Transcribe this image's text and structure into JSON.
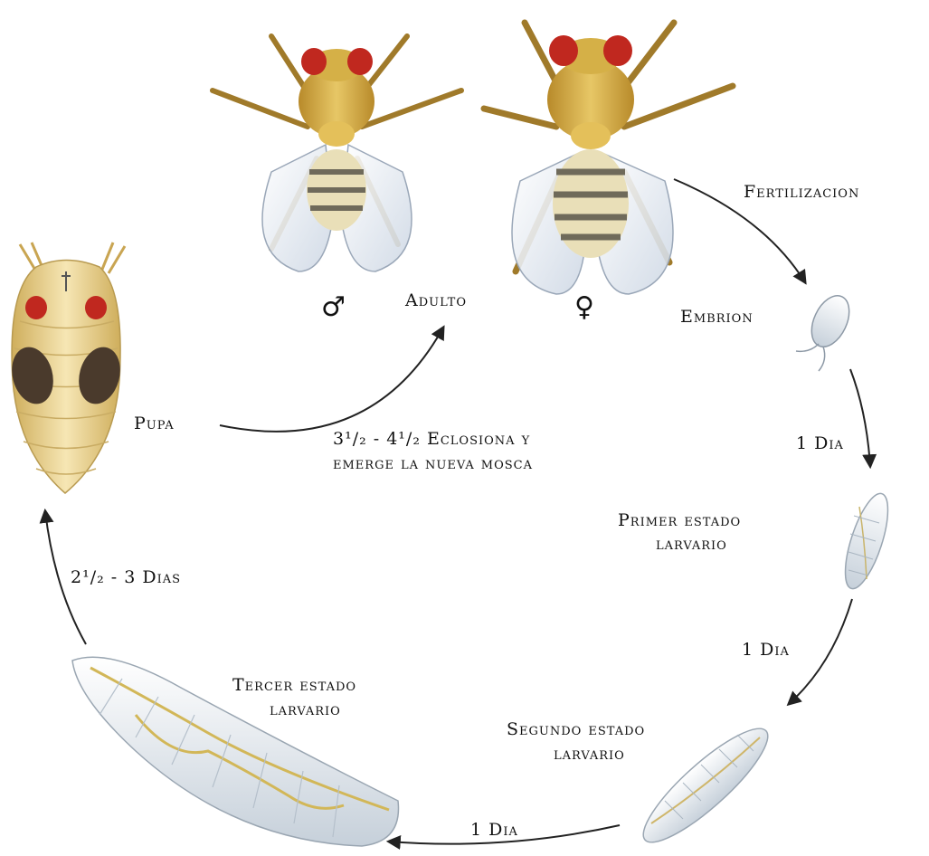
{
  "stages": {
    "adult": "Adulto",
    "male_symbol": "♂",
    "female_symbol": "♀",
    "embryo": "Embrion",
    "first_larva_line1": "Primer estado",
    "first_larva_line2": "larvario",
    "second_larva_line1": "Segundo estado",
    "second_larva_line2": "larvario",
    "third_larva_line1": "Tercer estado",
    "third_larva_line2": "larvario",
    "pupa": "Pupa"
  },
  "transitions": {
    "fertilization": "Fertilizacion",
    "embryo_to_first": "1 Dia",
    "first_to_second": "1 Dia",
    "second_to_third": "1 Dia",
    "third_to_pupa": "2¹/₂ - 3 Dias",
    "pupa_to_adult_line1": "3¹/₂ - 4¹/₂  Eclosiona y",
    "pupa_to_adult_line2": "emerge la nueva mosca"
  },
  "colors": {
    "body_gold": "#d9b44a",
    "eye_red": "#c0281f",
    "pupa_cream": "#ecd79c",
    "larva_white": "#e9eef2",
    "arrow": "#222222"
  }
}
